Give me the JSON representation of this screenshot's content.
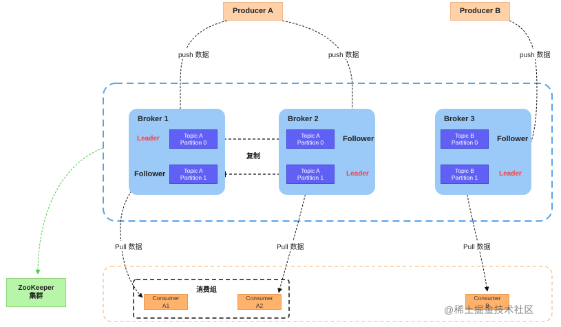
{
  "producers": [
    {
      "id": "pa",
      "label": "Producer A"
    },
    {
      "id": "pb",
      "label": "Producer B"
    }
  ],
  "brokers": [
    {
      "id": "b1",
      "title": "Broker 1"
    },
    {
      "id": "b2",
      "title": "Broker 2"
    },
    {
      "id": "b3",
      "title": "Broker 3"
    }
  ],
  "partitions": [
    {
      "id": "b1p0",
      "topic": "Topic A",
      "partition": "Partition 0"
    },
    {
      "id": "b1p1",
      "topic": "Topic A",
      "partition": "Partition 1"
    },
    {
      "id": "b2p0",
      "topic": "Topic A",
      "partition": "Partition 0"
    },
    {
      "id": "b2p1",
      "topic": "Topic A",
      "partition": "Partition 1"
    },
    {
      "id": "b3p0",
      "topic": "Topic B",
      "partition": "Partition 0"
    },
    {
      "id": "b3p1",
      "topic": "Topic B",
      "partition": "Partition 1"
    }
  ],
  "roles": {
    "leader": "Leader",
    "follower": "Follower"
  },
  "edge_labels": {
    "push": "push 数据",
    "pull": "Pull 数据",
    "replicate": "复制"
  },
  "consumer_group": {
    "label": "消费组"
  },
  "consumers": [
    {
      "id": "ca1",
      "line1": "Consumer",
      "line2": "A1"
    },
    {
      "id": "ca2",
      "line1": "Consumer",
      "line2": "A2"
    },
    {
      "id": "cb",
      "line1": "Consumer",
      "line2": "B"
    }
  ],
  "zookeeper": {
    "line1": "ZooKeeper",
    "line2": "集群"
  },
  "watermark": "@稀土掘金技术社区",
  "colors": {
    "cluster_border": "#5aa2e8",
    "consumer_area_border": "#f5c08a",
    "zk_link": "#5ee05e",
    "arrow": "#111111"
  }
}
